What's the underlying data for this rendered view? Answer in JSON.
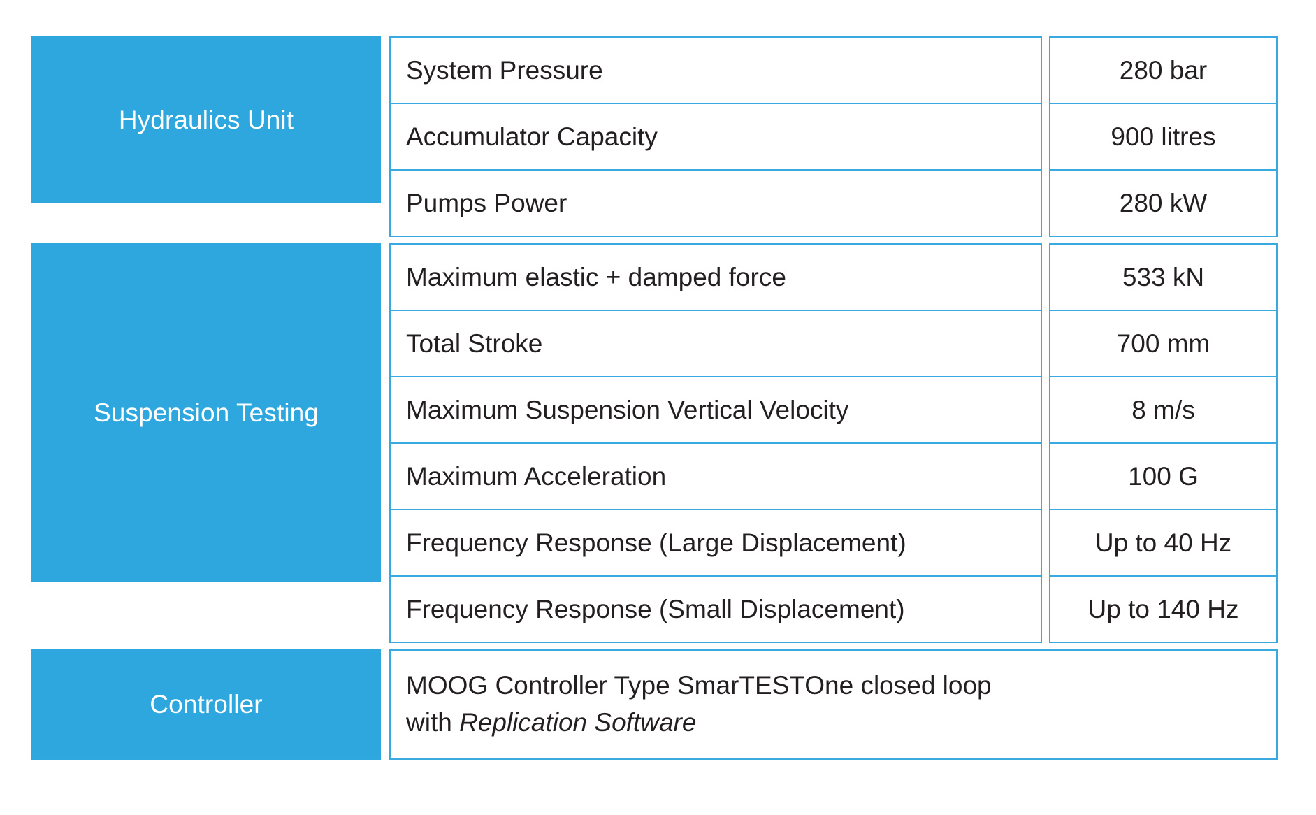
{
  "table": {
    "accent_color": "#2ea6de",
    "border_color": "#3aa9e0",
    "text_color": "#231f20",
    "sections": [
      {
        "category": "Hydraulics Unit",
        "rows": [
          {
            "label": "System Pressure",
            "value": "280 bar"
          },
          {
            "label": "Accumulator Capacity",
            "value": "900 litres"
          },
          {
            "label": "Pumps Power",
            "value": "280 kW"
          }
        ]
      },
      {
        "category": "Suspension Testing",
        "rows": [
          {
            "label": "Maximum elastic + damped force",
            "value": "533 kN"
          },
          {
            "label": "Total Stroke",
            "value": "700 mm"
          },
          {
            "label": "Maximum Suspension Vertical Velocity",
            "value": "8 m/s"
          },
          {
            "label": "Maximum Acceleration",
            "value": "100 G"
          },
          {
            "label": "Frequency Response (Large Displacement)",
            "value": "Up to 40 Hz"
          },
          {
            "label": "Frequency Response (Small Displacement)",
            "value": "Up to 140 Hz"
          }
        ]
      },
      {
        "category": "Controller",
        "free_text": {
          "line1": "MOOG Controller Type SmarTESTOne closed loop",
          "line2_prefix": "with ",
          "line2_italic": "Replication Software"
        }
      }
    ]
  }
}
